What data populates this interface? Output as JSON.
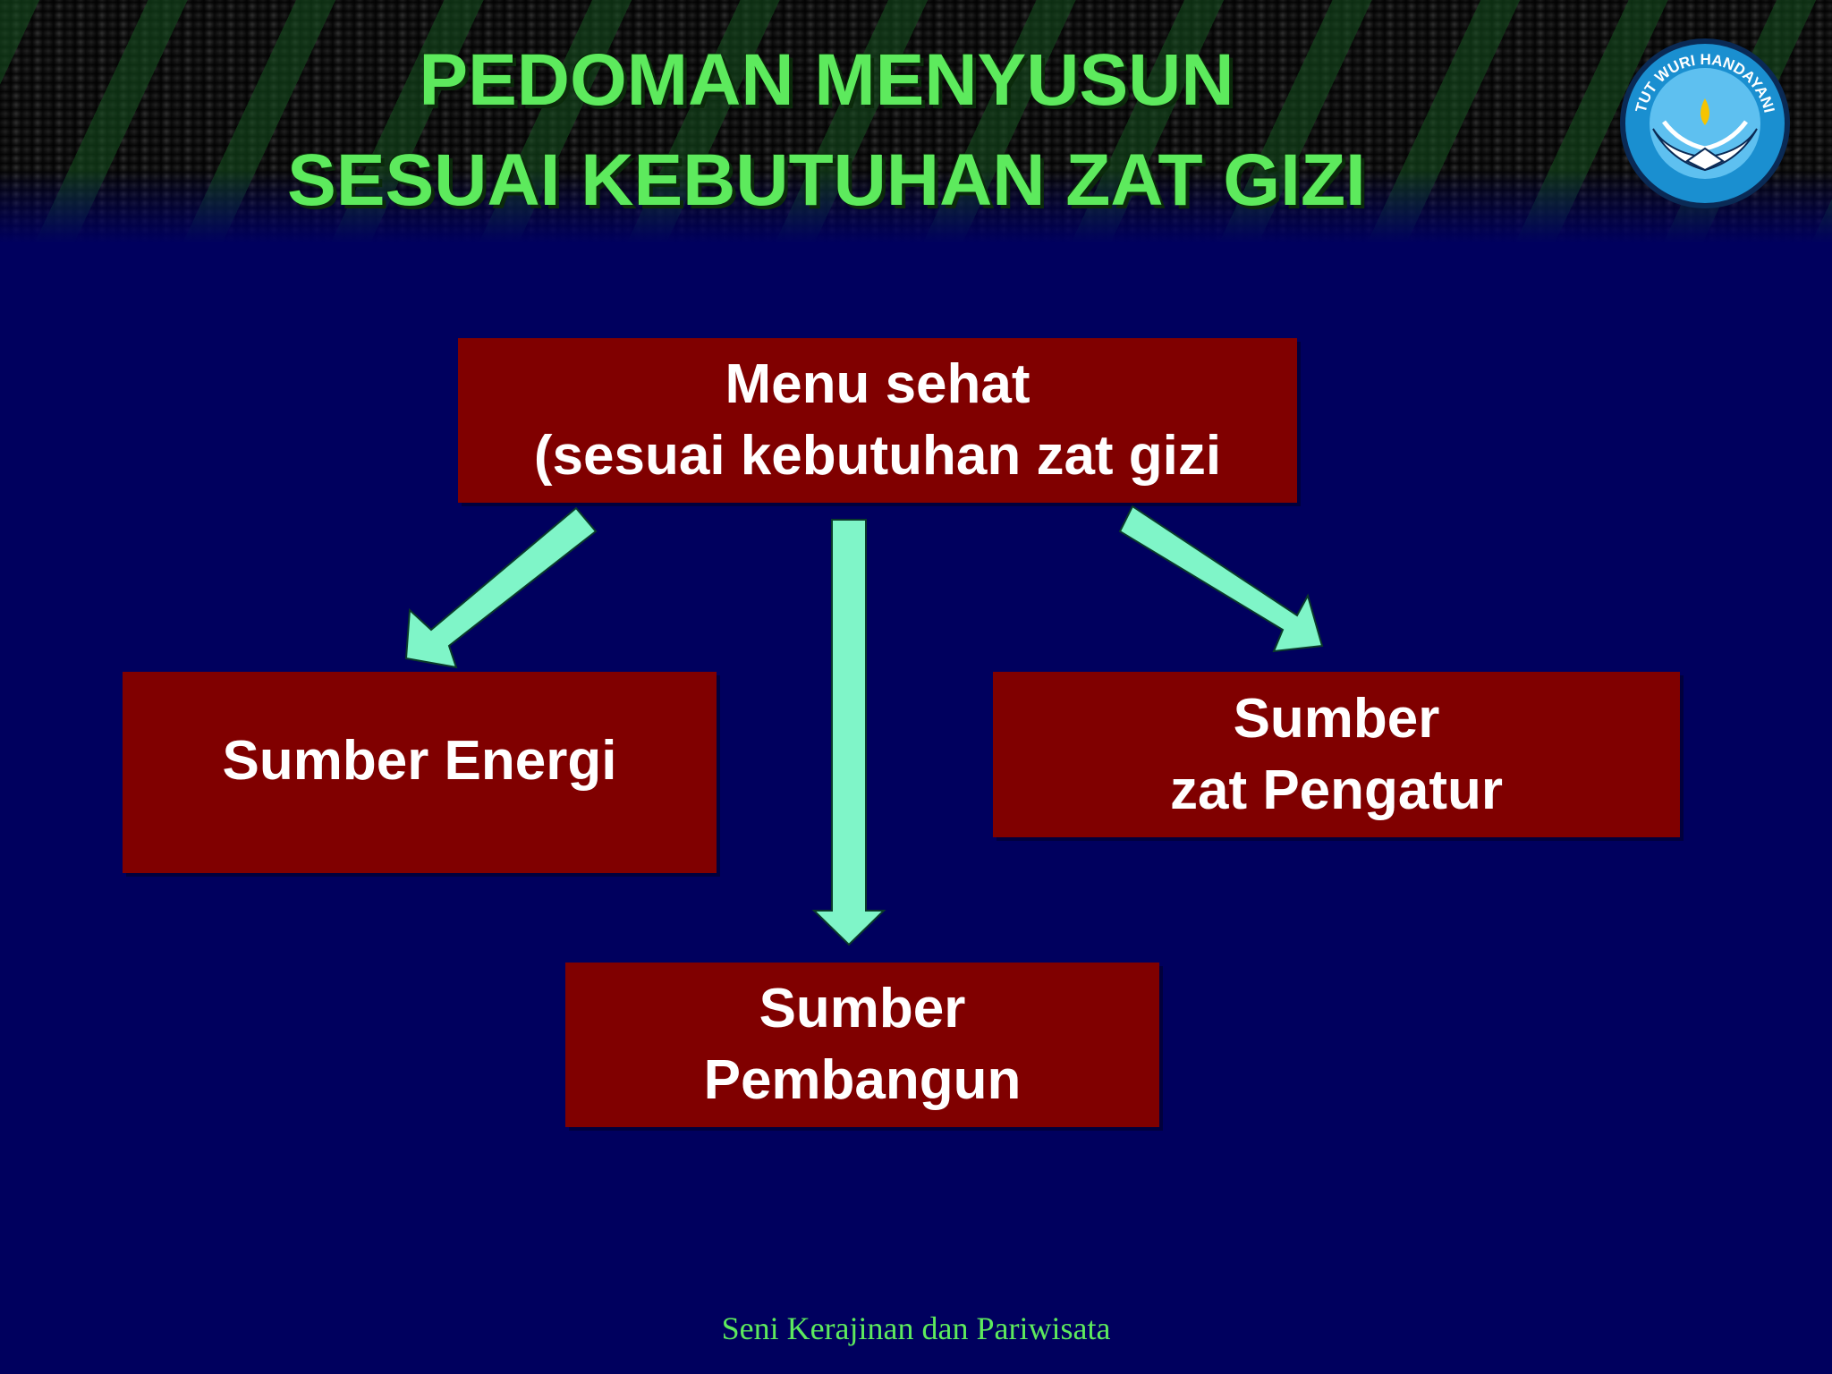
{
  "header": {
    "title_line1": "PEDOMAN MENYUSUN",
    "title_line2": "SESUAI KEBUTUHAN ZAT GIZI",
    "logo_text": "TUT WURI HANDAYANI",
    "logo_icon": "tut-wuri-handayani-emblem"
  },
  "diagram": {
    "top": {
      "line1": "Menu sehat",
      "line2": "(sesuai kebutuhan zat gizi"
    },
    "left": {
      "line1": "Sumber Energi"
    },
    "right": {
      "line1": "Sumber",
      "line2": "zat Pengatur"
    },
    "bottom": {
      "line1": "Sumber",
      "line2": "Pembangun"
    }
  },
  "footer": {
    "text": "Seni Kerajinan dan Pariwisata"
  },
  "colors": {
    "background": "#00005e",
    "title": "#5dea5d",
    "box": "#800000",
    "arrow": "#7ff5c8",
    "footer": "#5dea5d"
  }
}
